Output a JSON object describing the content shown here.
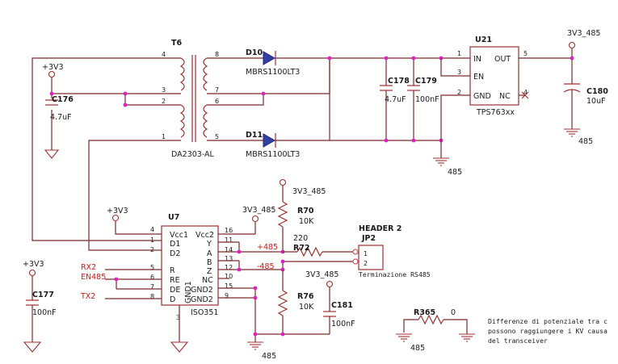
{
  "transformer": {
    "ref": "T6",
    "part": "DA2303-AL",
    "pins": [
      "4",
      "3",
      "2",
      "1",
      "8",
      "7",
      "6",
      "5"
    ]
  },
  "diode_top": {
    "ref": "D10",
    "part": "MBRS1100LT3"
  },
  "diode_bottom": {
    "ref": "D11",
    "part": "MBRS1100LT3"
  },
  "c176": {
    "ref": "C176",
    "value": "4.7uF"
  },
  "c178": {
    "ref": "C178",
    "value": "4.7uF"
  },
  "c179": {
    "ref": "C179",
    "value": "100nF"
  },
  "c180": {
    "ref": "C180",
    "value": "10uF"
  },
  "c177": {
    "ref": "C177",
    "value": "100nF"
  },
  "c181": {
    "ref": "C181",
    "value": "100nF"
  },
  "u21": {
    "ref": "U21",
    "part": "TPS763xx",
    "pin_in": "IN",
    "pin_out": "OUT",
    "pin_en": "EN",
    "pin_gnd": "GND",
    "pin_nc": "NC",
    "num_in": "1",
    "num_en": "3",
    "num_gnd": "2",
    "num_out": "5",
    "num_nc": "4"
  },
  "u7": {
    "ref": "U7",
    "part": "ISO351",
    "left_pins": [
      "Vcc1",
      "D1",
      "D2",
      "R",
      "RE",
      "DE",
      "D"
    ],
    "left_nums": [
      "4",
      "1",
      "2",
      "5",
      "6",
      "7",
      "8"
    ],
    "right_pins": [
      "Vcc2",
      "Y",
      "A",
      "B",
      "Z",
      "NC",
      "GND2",
      "GND2"
    ],
    "right_nums": [
      "16",
      "11",
      "14",
      "13",
      "12",
      "10",
      "15",
      "9"
    ],
    "gnd1": "GND1",
    "gnd1_num": "3"
  },
  "r70": {
    "ref": "R70",
    "value": "10K"
  },
  "r76": {
    "ref": "R76",
    "value": "10K"
  },
  "r72": {
    "ref": "R72",
    "value": "220"
  },
  "r365": {
    "ref": "R365",
    "value": "0"
  },
  "jp2": {
    "ref": "JP2",
    "title": "HEADER 2",
    "pin1": "1",
    "pin2": "2",
    "note": "Terminazione RS485"
  },
  "nets": {
    "v3v3_a": "+3V3",
    "v3v3_b": "+3V3",
    "v3v3_c": "+3V3",
    "v3v3_485_a": "3V3_485",
    "v3v3_485_b": "3V3_485",
    "v3v3_485_c": "3V3_485",
    "v3v3_485_d": "3V3_485",
    "gnd485_a": "485",
    "gnd485_b": "485",
    "gnd485_c": "485",
    "gnd485_d": "485",
    "rx2": "RX2",
    "en485": "EN485",
    "tx2": "TX2",
    "plus485": "+485",
    "minus485": "-485"
  },
  "note": {
    "line1": "Differenze di potenziale tra c",
    "line2": "possono raggiungere i KV causa",
    "line3": "del transceiver"
  }
}
